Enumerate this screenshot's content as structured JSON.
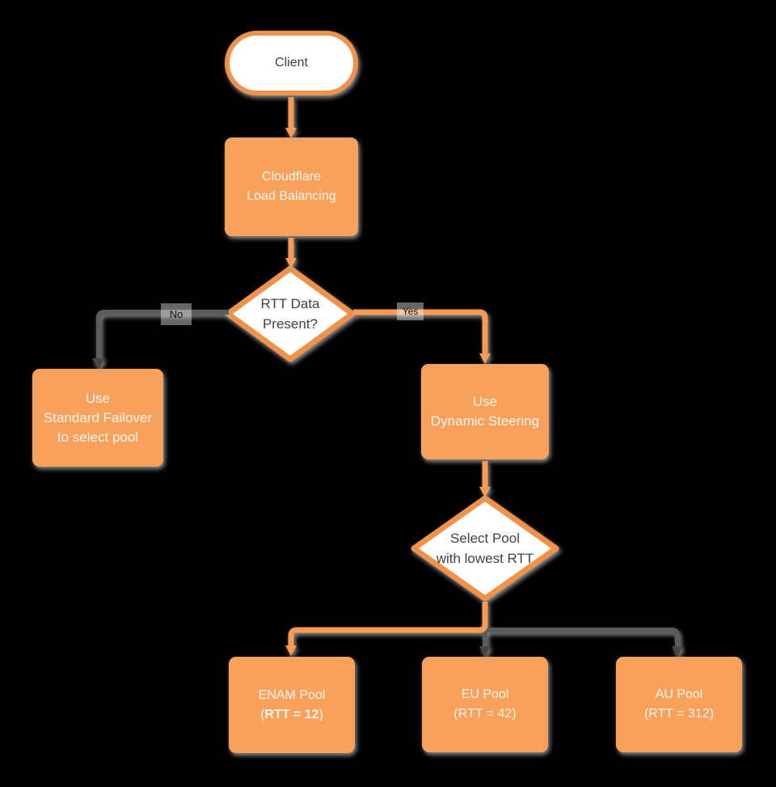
{
  "colors": {
    "background": "#000000",
    "node_fill_orange": "#F8A15D",
    "node_border_orange": "#F1924A",
    "node_fill_white": "#FFFFFF",
    "line_orange": "#F79B55",
    "line_gray": "#5B5C5E",
    "arrow_gray": "#454648",
    "text_dark": "#3F4245",
    "text_light": "#FDF5EC",
    "shadow_gray": "#A8A8A8"
  },
  "nodes": {
    "client": {
      "label": "Client"
    },
    "load_balancer": {
      "line1": "Cloudflare",
      "line2": "Load Balancing"
    },
    "rtt_decision": {
      "line1": "RTT Data",
      "line2": "Present?"
    },
    "standard_failover": {
      "line1": "Use",
      "line2": "Standard Failover",
      "line3": "to select pool"
    },
    "dynamic_steering": {
      "line1": "Use",
      "line2": "Dynamic Steering"
    },
    "select_pool": {
      "line1": "Select Pool",
      "line2": "with lowest RTT"
    },
    "enam_pool": {
      "line1": "ENAM Pool",
      "line2_open": "(",
      "line2_value": "RTT = 12",
      "line2_close": ")"
    },
    "eu_pool": {
      "line1": "EU Pool",
      "line2": "(RTT = 42)"
    },
    "au_pool": {
      "line1": "AU Pool",
      "line2": "(RTT = 312)"
    }
  },
  "edge_labels": {
    "no": "No",
    "yes": "Yes"
  }
}
